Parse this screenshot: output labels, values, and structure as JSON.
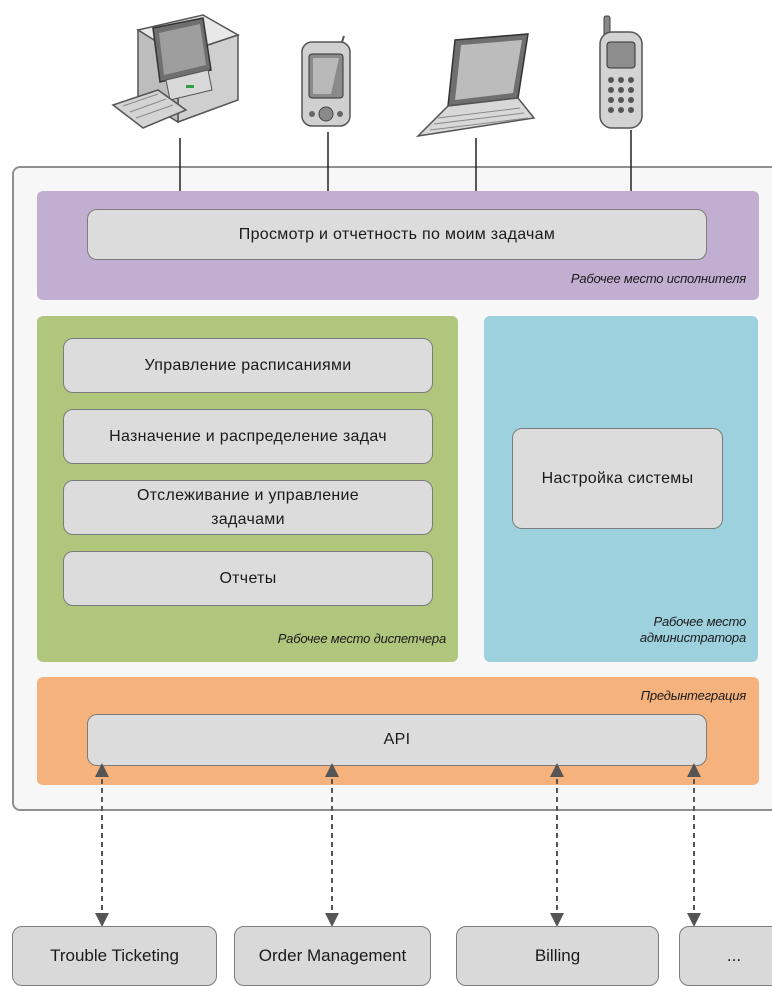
{
  "zones": {
    "executor": {
      "caption": "Рабочее место исполнителя",
      "box": "Просмотр и отчетность по моим задачам"
    },
    "dispatcher": {
      "caption": "Рабочее место диспетчера",
      "boxes": [
        "Управление расписаниями",
        "Назначение и распределение задач",
        "Отслеживание и управление задачами",
        "Отчеты"
      ]
    },
    "admin": {
      "caption": "Рабочее место администратора",
      "box": "Настройка системы"
    },
    "integration": {
      "caption": "Предынтеграция",
      "box": "API"
    }
  },
  "external_systems": [
    "Trouble Ticketing",
    "Order Management",
    "Billing",
    "..."
  ],
  "devices": [
    "desktop-computer-icon",
    "pda-icon",
    "laptop-icon",
    "mobile-phone-icon"
  ],
  "colors": {
    "executor_zone": "#c2aed0",
    "dispatcher_zone": "#b0c67c",
    "admin_zone": "#9dd1de",
    "integration_zone": "#f5b27d",
    "box_fill": "#dcdcdc"
  }
}
